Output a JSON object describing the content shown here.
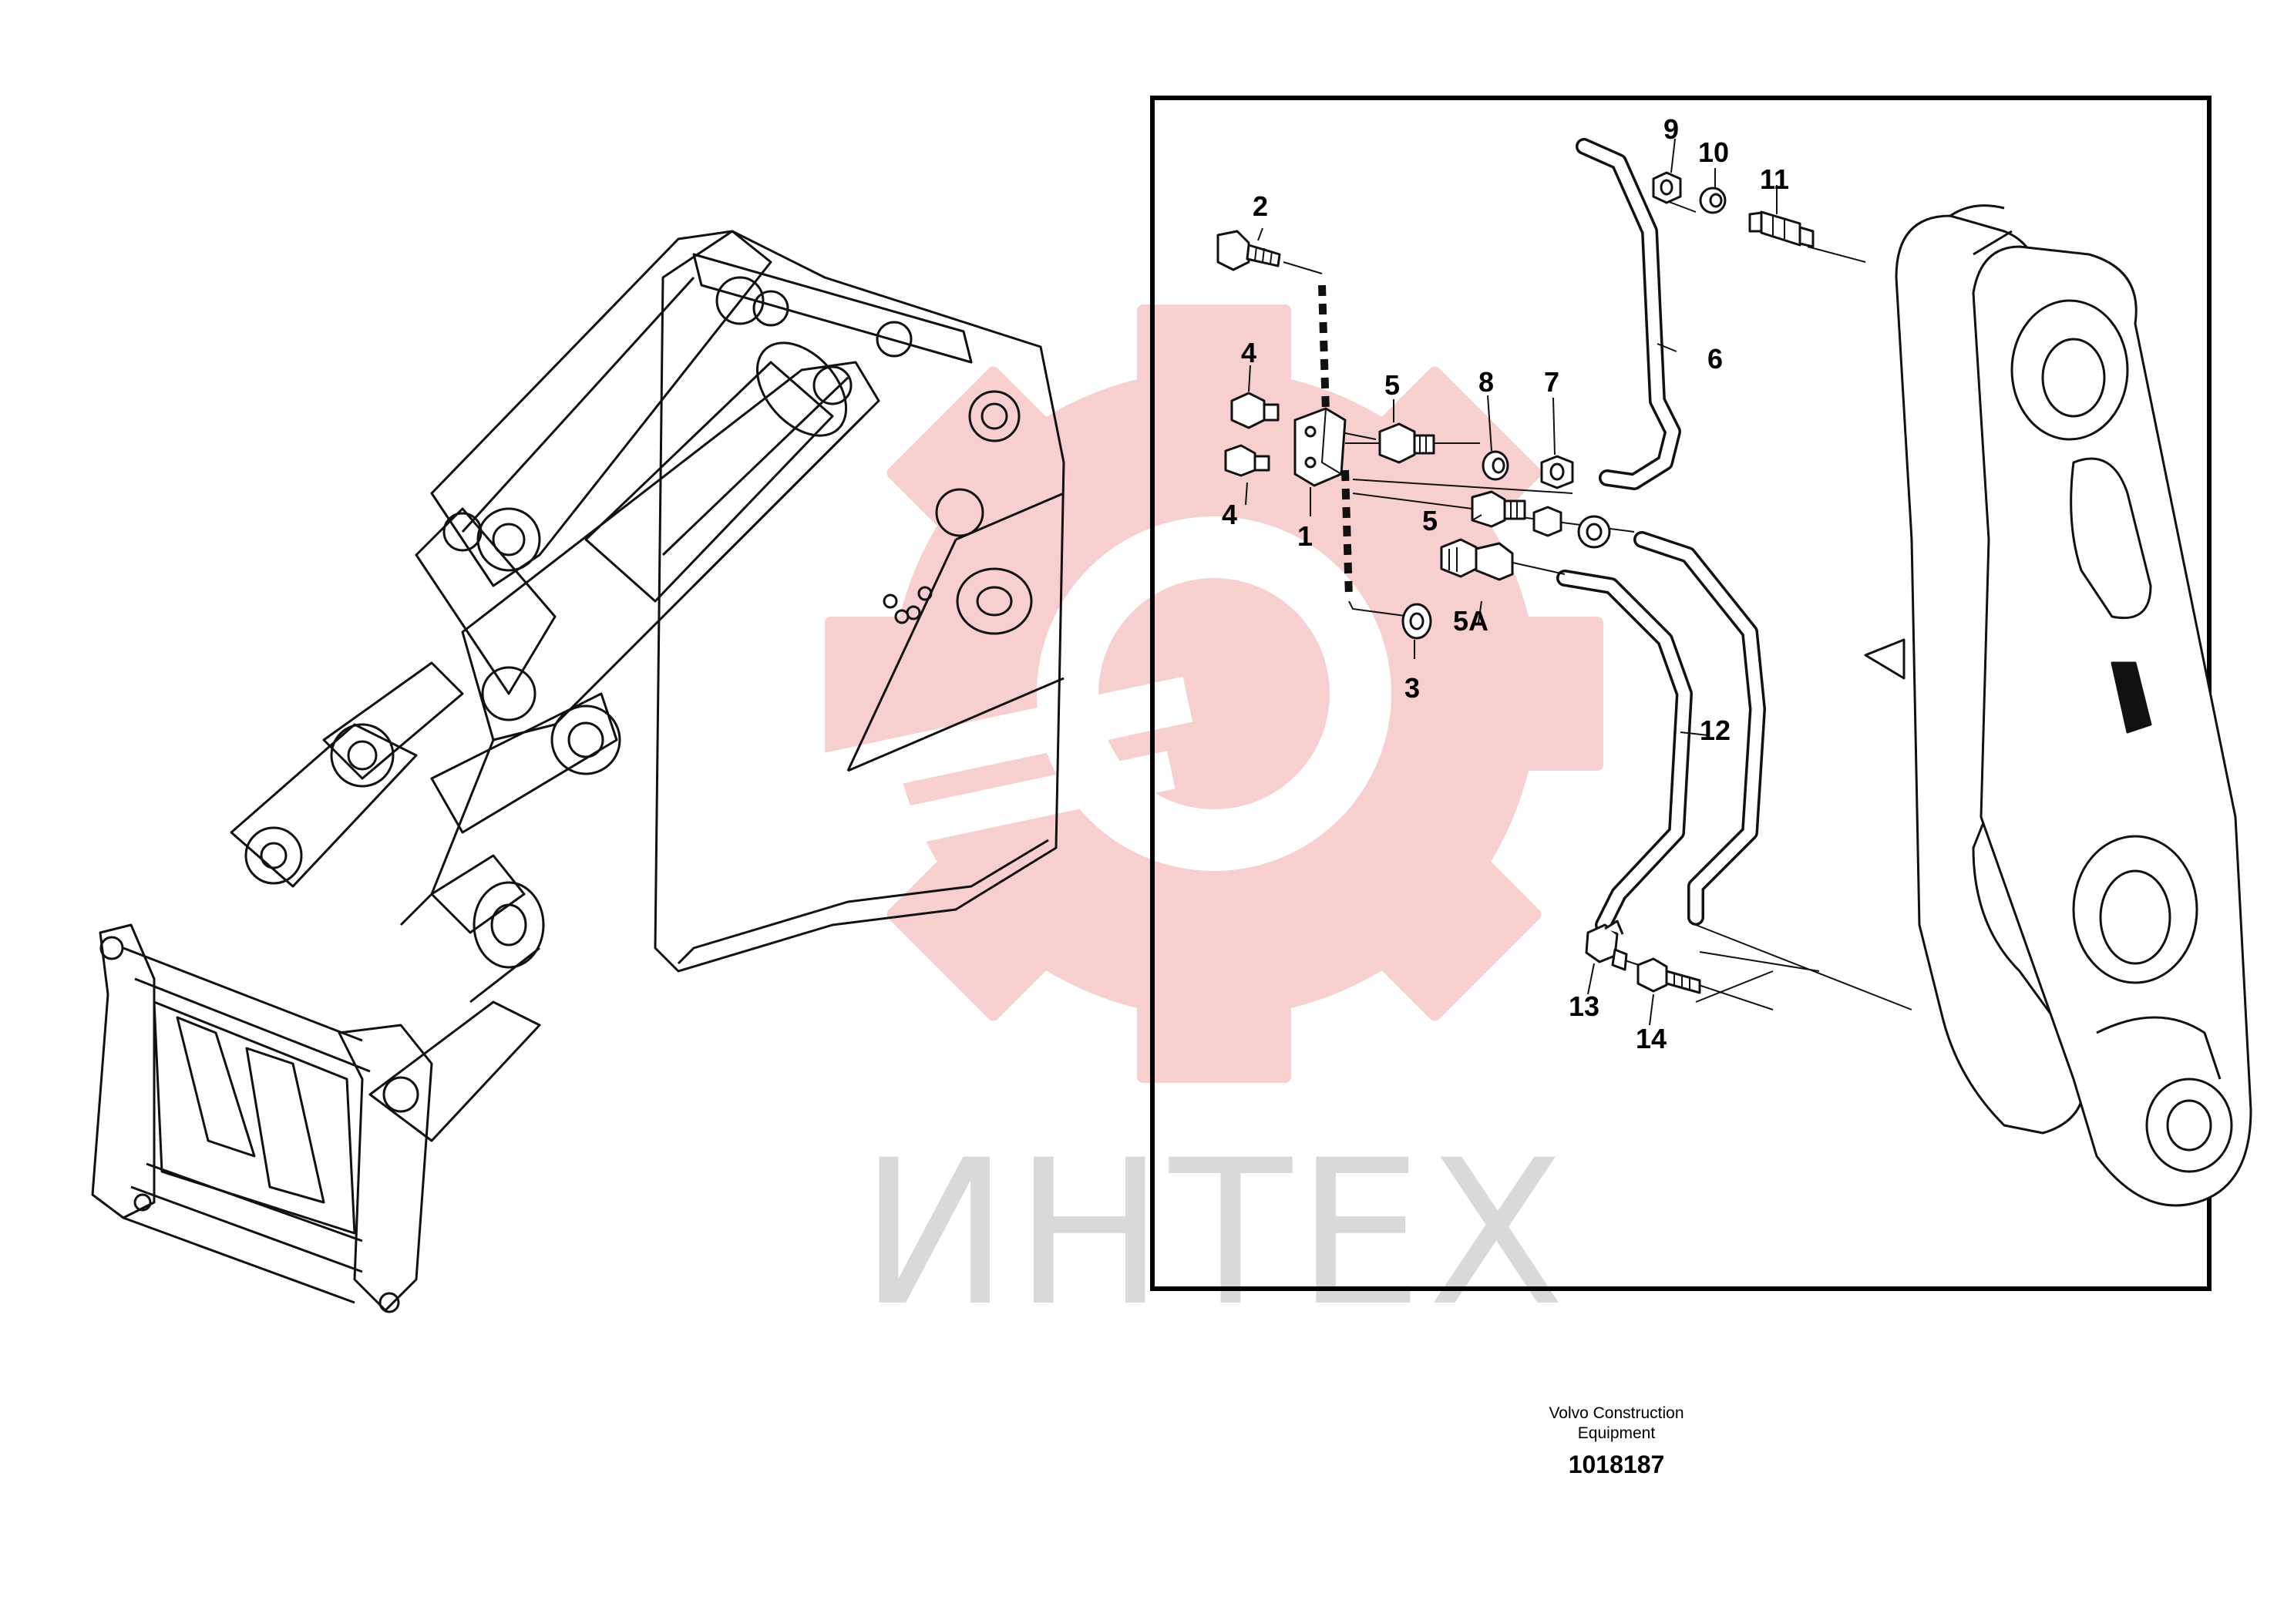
{
  "watermark": {
    "text": "ИНТЕХ",
    "gear_color": "#f7cfcf",
    "text_color": "#d9d9d9"
  },
  "callouts": {
    "c1": "1",
    "c2": "2",
    "c3": "3",
    "c4a": "4",
    "c4b": "4",
    "c5a": "5",
    "c5b": "5",
    "c5A": "5A",
    "c6": "6",
    "c7": "7",
    "c8": "8",
    "c9": "9",
    "c10": "10",
    "c11": "11",
    "c12": "12",
    "c13": "13",
    "c14": "14"
  },
  "footer": {
    "company_line1": "Volvo Construction",
    "company_line2": "Equipment",
    "drawing_number": "1018187"
  }
}
